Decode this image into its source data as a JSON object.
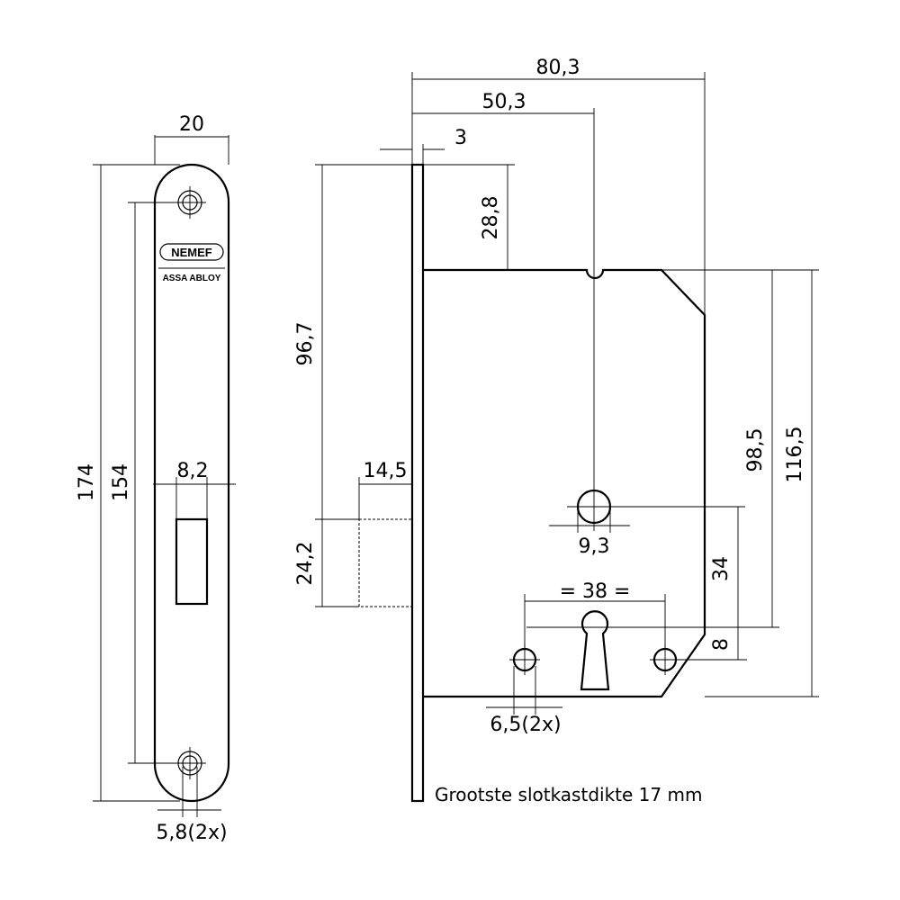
{
  "faceplate": {
    "brand": "NEMEF",
    "sub_brand": "ASSA ABLOY",
    "width_label": "20",
    "height_label": "174",
    "hole_distance_label": "154",
    "bolt_width_label": "8,2",
    "screw_holes_label": "5,8(2x)"
  },
  "lock": {
    "total_depth_label": "80,3",
    "backset_label": "50,3",
    "plate_thickness_label": "3",
    "top_offset_label": "28,8",
    "bolt_height_position_label": "96,7",
    "bolt_projection_label": "14,5",
    "bolt_height_label": "24,2",
    "spindle_diameter_label": "9,3",
    "spindle_to_bottom_label": "98,5",
    "case_height_label": "116,5",
    "spindle_to_keyhole_label": "34",
    "screw_spacing_label": "= 38 =",
    "keyhole_offset_label": "8",
    "case_screw_holes_label": "6,5(2x)"
  },
  "note": "Grootste slotkastdikte 17 mm"
}
